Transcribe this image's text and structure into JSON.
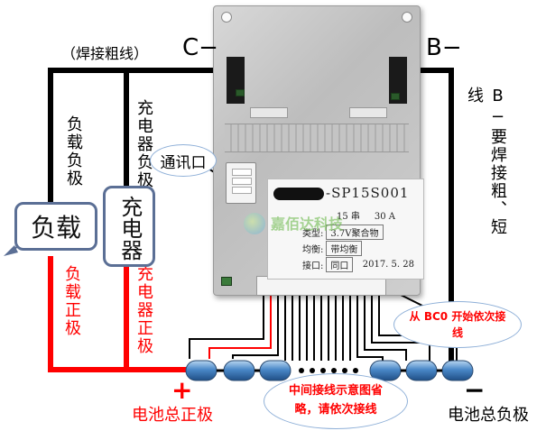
{
  "labels": {
    "weld_note": "（焊接粗线）",
    "c_minus": "C−",
    "b_minus": "B−",
    "b_minus_note": "B−要焊接粗、短线",
    "load_negative": "负载负极",
    "charger_negative": "充电器负极",
    "load_positive": "负载正极",
    "charger_positive": "充电器正极",
    "load_box": "负载",
    "charger_box": "充电器",
    "comm_port": "通讯口",
    "start_note": "从 BC0 开始依次接线",
    "middle_note": "中间接线示意图省略，请依次接线",
    "battery_positive": "电池总正极",
    "battery_negative": "电池总负极",
    "plus_sign": "+",
    "minus_sign": "−"
  },
  "sticker": {
    "model_suffix": "-SP15S001",
    "series_label": "15",
    "series_unit": "串",
    "current_label": "30",
    "current_unit": "A",
    "type_label": "类型:",
    "type_value": "3.7V聚合物",
    "balance_label": "均衡:",
    "balance_value": "带均衡",
    "port_label": "接口:",
    "port_value": "同口",
    "date": "2017. 5. 28"
  },
  "watermark": "嘉佰达科技",
  "colors": {
    "negative_wire": "#000000",
    "positive_wire": "#ff0000",
    "label_red": "#ff0000",
    "cell_blue": "#4a88c8",
    "box_border": "#5b6f95",
    "ellipse_border": "#8fb0d8"
  }
}
